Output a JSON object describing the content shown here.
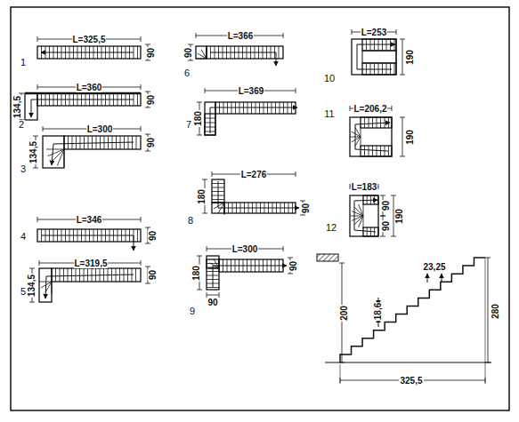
{
  "diagram": {
    "labels": [
      "1",
      "L=325,5",
      "90",
      "2",
      "L=360",
      "134,5",
      "90",
      "3",
      "L=300",
      "134,5",
      "90",
      "4",
      "L=346",
      "90",
      "5",
      "L=319,5",
      "134,5",
      "90",
      "6",
      "L=366",
      "90",
      "7",
      "L=369",
      "180",
      "8",
      "L=276",
      "180",
      "90",
      "9",
      "L=300",
      "180",
      "90",
      "90",
      "10",
      "L=253",
      "190",
      "11",
      "L=206,2",
      "190",
      "12",
      "L=183",
      "90",
      "90",
      "190",
      "200",
      "18,6",
      "23,25",
      "280",
      "325,5"
    ]
  }
}
